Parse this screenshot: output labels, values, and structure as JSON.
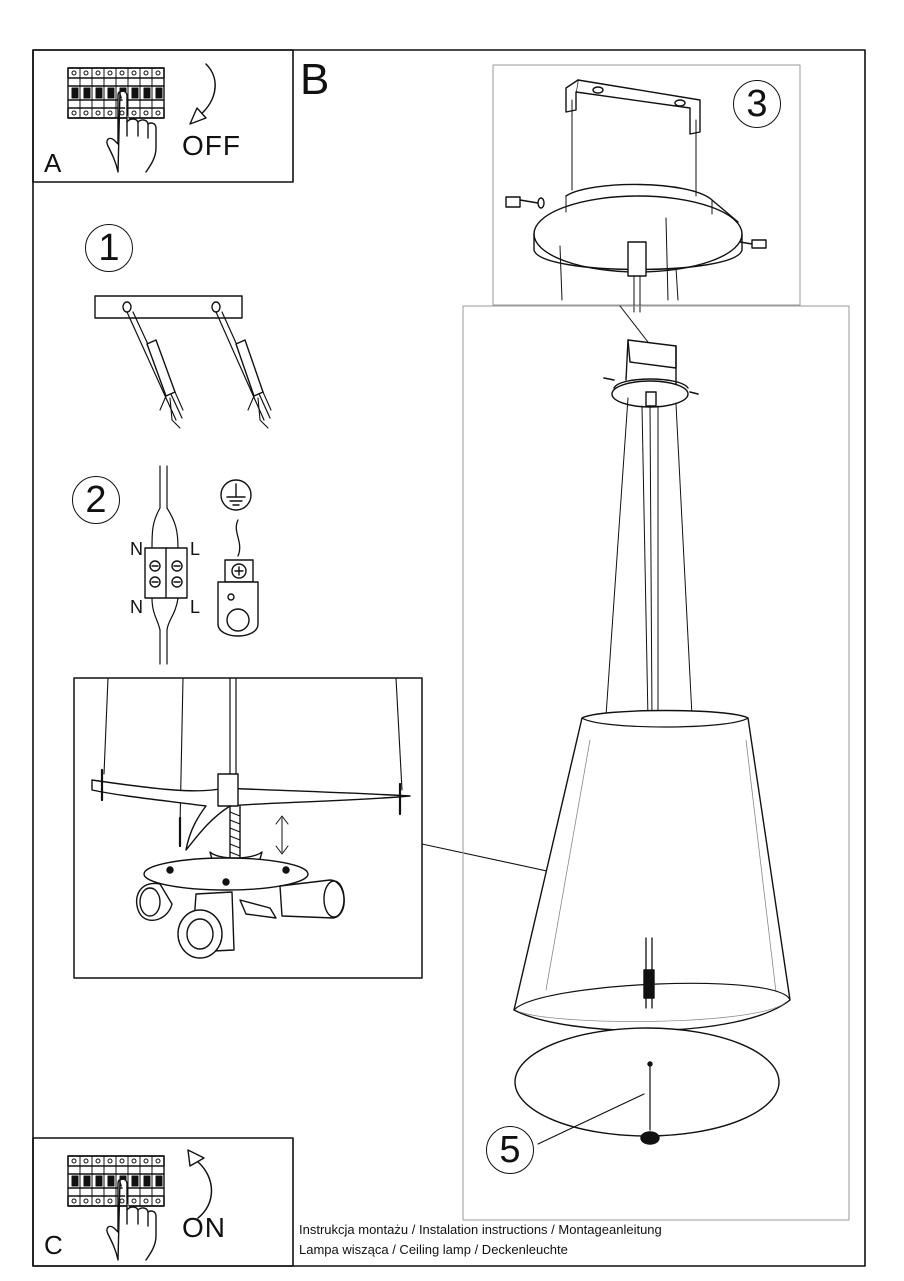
{
  "panels": {
    "a": {
      "letter": "A",
      "action": "OFF"
    },
    "b": {
      "letter": "B"
    },
    "c": {
      "letter": "C",
      "action": "ON"
    }
  },
  "steps": [
    "1",
    "2",
    "3",
    "5"
  ],
  "wiring": {
    "neutral": "N",
    "live": "L"
  },
  "caption": {
    "line1": "Instrukcja montażu / Instalation instructions / Montageanleitung",
    "line2": "Lampa wisząca / Ceiling lamp / Deckenleuchte"
  },
  "icons": [
    "circuit-breaker-icon",
    "hand-icon",
    "curved-arrow-down-icon",
    "curved-arrow-up-icon",
    "ground-symbol-icon"
  ]
}
